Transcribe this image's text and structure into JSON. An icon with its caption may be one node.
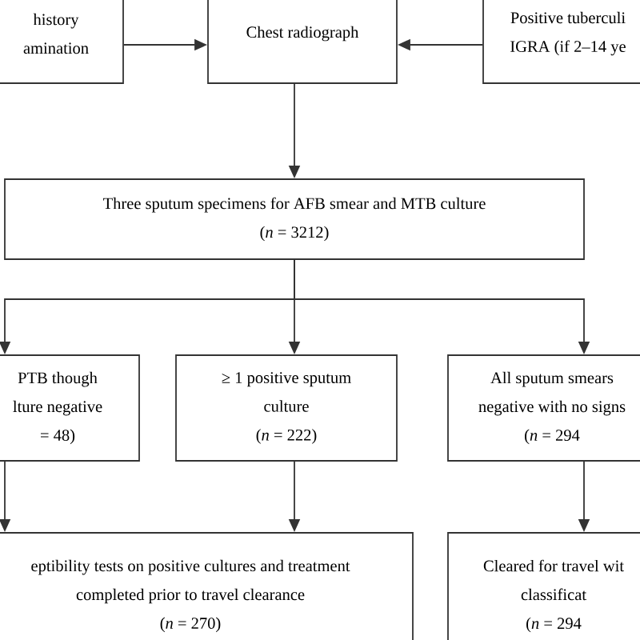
{
  "diagram": {
    "nodes": [
      {
        "text": [
          "history amination"
        ]
      },
      {
        "text": [
          "Chest radiograph"
        ]
      },
      {
        "text": [
          "Positive tuberculi IGRA (if 2–14 ye"
        ]
      },
      {
        "text": [
          "Three sputum specimens for AFB smear and MTB culture",
          "(*n* = 3212)"
        ]
      },
      {
        "text": [
          "PTB though lture negative",
          "= 48)"
        ]
      },
      {
        "text": [
          "≥ 1 positive sputum culture",
          "(*n* = 222)"
        ]
      },
      {
        "text": [
          "All sputum smears negative with no signs",
          "(*n* = 294"
        ]
      },
      {
        "text": [
          "eptibility tests on positive cultures and treatment completed prior to travel clearance",
          "(*n* = 270)"
        ]
      },
      {
        "text": [
          "Cleared for travel wit classificat",
          "(*n* = 294"
        ]
      }
    ],
    "edges": [
      {
        "from": 0,
        "to": 1,
        "arrow": "to"
      },
      {
        "from": 2,
        "to": 1,
        "arrow": "to"
      },
      {
        "from": 1,
        "to": 3,
        "arrow": "to"
      },
      {
        "from": 3,
        "to": 4,
        "arrow": "to"
      },
      {
        "from": 3,
        "to": 5,
        "arrow": "to"
      },
      {
        "from": 3,
        "to": 6,
        "arrow": "to"
      },
      {
        "from": 4,
        "to": 7,
        "arrow": "to"
      },
      {
        "from": 5,
        "to": 7,
        "arrow": "to"
      },
      {
        "from": 6,
        "to": 8,
        "arrow": "to"
      }
    ]
  }
}
